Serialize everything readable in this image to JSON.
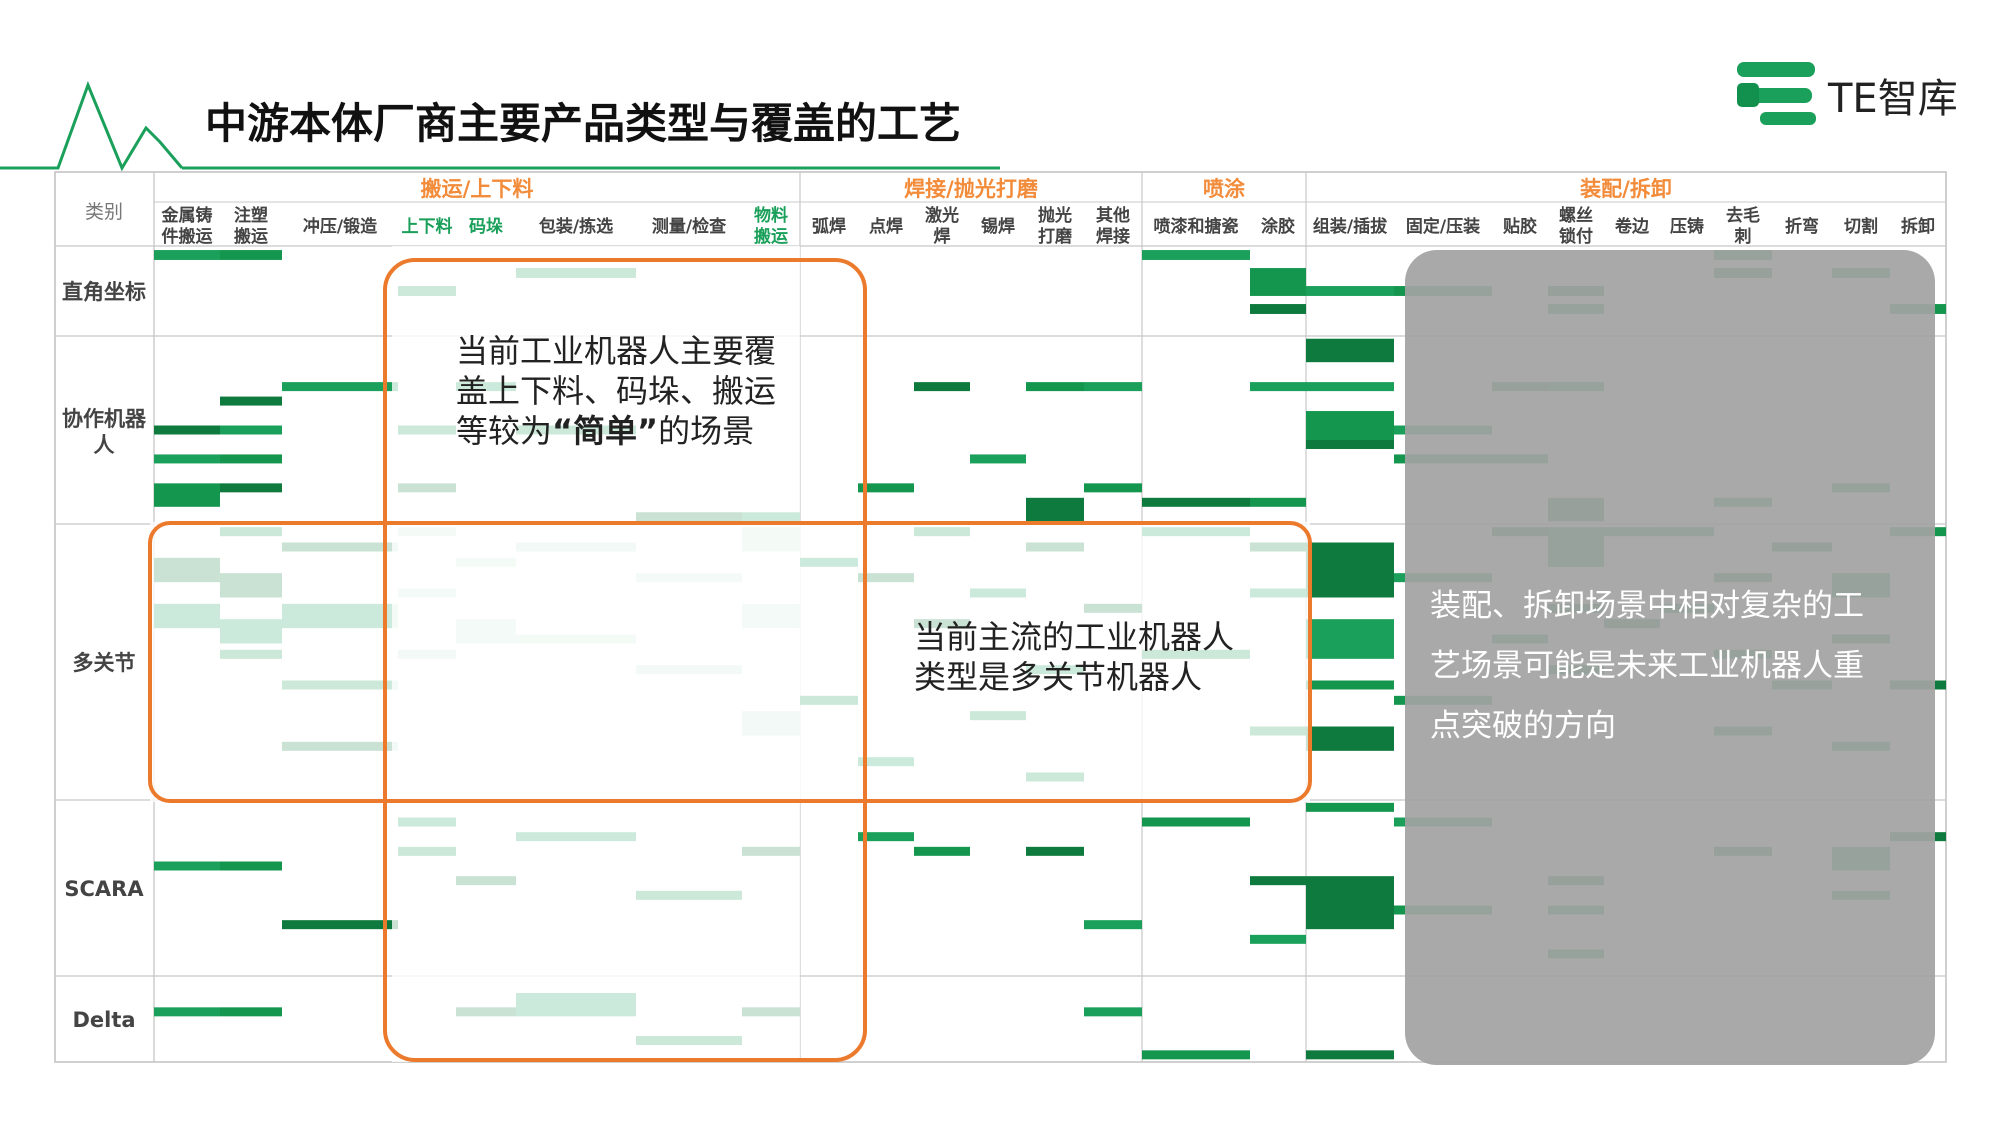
{
  "header": {
    "title": "中游本体厂商主要产品类型与覆盖的工艺",
    "logo_text": "TE智库",
    "accent_color": "#1aa05a"
  },
  "chart_data": {
    "type": "heatmap",
    "corner_label": "类别",
    "groups": [
      {
        "label": "搬运/上下料",
        "color": "#f28c3a"
      },
      {
        "label": "焊接/抛光打磨",
        "color": "#f28c3a"
      },
      {
        "label": "喷涂",
        "color": "#f28c3a"
      },
      {
        "label": "装配/拆卸",
        "color": "#f28c3a"
      }
    ],
    "columns": [
      {
        "label": "金属铸件搬运",
        "lines": [
          "金属铸",
          "件搬运"
        ]
      },
      {
        "label": "注塑搬运",
        "lines": [
          "注塑",
          "搬运"
        ]
      },
      {
        "label": "冲压/锻造",
        "lines": [
          "冲压/锻造"
        ]
      },
      {
        "label": "上下料",
        "lines": [
          "上下料"
        ]
      },
      {
        "label": "码垛",
        "lines": [
          "码垛"
        ]
      },
      {
        "label": "包装/拣选",
        "lines": [
          "包装/拣选"
        ]
      },
      {
        "label": "测量/检查",
        "lines": [
          "测量/检查"
        ]
      },
      {
        "label": "物料搬运",
        "lines": [
          "物料",
          "搬运"
        ]
      },
      {
        "label": "弧焊",
        "lines": [
          "弧焊"
        ]
      },
      {
        "label": "点焊",
        "lines": [
          "点焊"
        ]
      },
      {
        "label": "激光焊",
        "lines": [
          "激光",
          "焊"
        ]
      },
      {
        "label": "锡焊",
        "lines": [
          "锡焊"
        ]
      },
      {
        "label": "抛光打磨",
        "lines": [
          "抛光",
          "打磨"
        ]
      },
      {
        "label": "其他焊接",
        "lines": [
          "其他",
          "焊接"
        ]
      },
      {
        "label": "喷漆和搪瓷",
        "lines": [
          "喷漆和搪瓷"
        ]
      },
      {
        "label": "涂胶",
        "lines": [
          "涂胶"
        ]
      },
      {
        "label": "组装/插拔",
        "lines": [
          "组装/插拔"
        ]
      },
      {
        "label": "固定/压装",
        "lines": [
          "固定/压装"
        ]
      },
      {
        "label": "贴胶",
        "lines": [
          "贴胶"
        ]
      },
      {
        "label": "螺丝锁付",
        "lines": [
          "螺丝",
          "锁付"
        ]
      },
      {
        "label": "卷边",
        "lines": [
          "卷边"
        ]
      },
      {
        "label": "压铸",
        "lines": [
          "压铸"
        ]
      },
      {
        "label": "去毛刺",
        "lines": [
          "去毛",
          "刺"
        ]
      },
      {
        "label": "折弯",
        "lines": [
          "折弯"
        ]
      },
      {
        "label": "切割",
        "lines": [
          "切割"
        ]
      },
      {
        "label": "拆卸",
        "lines": [
          "拆卸"
        ]
      }
    ],
    "rows": [
      {
        "label": "直角坐标",
        "lines": [
          "直角坐标"
        ],
        "segments": 5
      },
      {
        "label": "协作机器人",
        "lines": [
          "协作机器",
          "人"
        ],
        "segments": 13
      },
      {
        "label": "多关节",
        "lines": [
          "多关节"
        ],
        "segments": 18
      },
      {
        "label": "SCARA",
        "lines": [
          "SCARA"
        ],
        "segments": 12
      },
      {
        "label": "Delta",
        "lines": [
          "Delta"
        ],
        "segments": 6
      }
    ],
    "cells": [
      [
        0,
        0,
        0,
        1
      ],
      [
        0,
        1,
        0,
        1
      ],
      [
        0,
        2,
        0,
        0
      ],
      [
        0,
        3,
        0,
        0
      ],
      [
        0,
        3,
        2,
        1
      ],
      [
        0,
        4,
        0,
        0
      ],
      [
        0,
        5,
        0,
        0
      ],
      [
        0,
        5,
        1,
        1
      ],
      [
        0,
        6,
        0,
        0
      ],
      [
        0,
        7,
        0,
        0
      ],
      [
        0,
        9,
        0,
        0
      ],
      [
        0,
        12,
        0,
        0
      ],
      [
        0,
        14,
        0,
        1
      ],
      [
        0,
        15,
        1,
        2
      ],
      [
        0,
        15,
        3,
        1
      ],
      [
        0,
        16,
        2,
        1
      ],
      [
        0,
        17,
        2,
        1
      ],
      [
        0,
        19,
        2,
        1
      ],
      [
        0,
        19,
        3,
        1
      ],
      [
        0,
        22,
        0,
        1
      ],
      [
        0,
        22,
        1,
        1
      ],
      [
        0,
        24,
        1,
        1
      ],
      [
        0,
        25,
        3,
        1
      ],
      [
        1,
        0,
        6,
        1
      ],
      [
        1,
        0,
        8,
        1
      ],
      [
        1,
        0,
        10,
        2
      ],
      [
        1,
        1,
        4,
        1
      ],
      [
        1,
        1,
        6,
        1
      ],
      [
        1,
        1,
        8,
        1
      ],
      [
        1,
        1,
        10,
        1
      ],
      [
        1,
        2,
        3,
        1
      ],
      [
        1,
        3,
        6,
        1
      ],
      [
        1,
        3,
        10,
        1
      ],
      [
        1,
        4,
        3,
        1
      ],
      [
        1,
        5,
        6,
        1
      ],
      [
        1,
        6,
        12,
        1
      ],
      [
        1,
        7,
        12,
        1
      ],
      [
        1,
        9,
        10,
        1
      ],
      [
        1,
        10,
        3,
        1
      ],
      [
        1,
        11,
        8,
        1
      ],
      [
        1,
        12,
        3,
        1
      ],
      [
        1,
        12,
        11,
        2
      ],
      [
        1,
        13,
        3,
        1
      ],
      [
        1,
        13,
        10,
        1
      ],
      [
        1,
        14,
        11,
        1
      ],
      [
        1,
        15,
        3,
        1
      ],
      [
        1,
        15,
        11,
        1
      ],
      [
        1,
        16,
        0,
        2
      ],
      [
        1,
        16,
        3,
        1
      ],
      [
        1,
        16,
        5,
        3
      ],
      [
        1,
        16,
        7,
        1
      ],
      [
        1,
        17,
        6,
        1
      ],
      [
        1,
        17,
        8,
        1
      ],
      [
        1,
        18,
        3,
        1
      ],
      [
        1,
        18,
        8,
        1
      ],
      [
        1,
        19,
        3,
        1
      ],
      [
        1,
        19,
        11,
        2
      ],
      [
        1,
        22,
        11,
        1
      ],
      [
        1,
        24,
        10,
        1
      ],
      [
        2,
        0,
        2,
        2
      ],
      [
        2,
        0,
        5,
        2
      ],
      [
        2,
        1,
        0,
        1
      ],
      [
        2,
        1,
        3,
        2
      ],
      [
        2,
        1,
        6,
        2
      ],
      [
        2,
        1,
        8,
        1
      ],
      [
        2,
        2,
        1,
        1
      ],
      [
        2,
        2,
        5,
        2
      ],
      [
        2,
        2,
        10,
        1
      ],
      [
        2,
        2,
        14,
        1
      ],
      [
        2,
        3,
        0,
        1
      ],
      [
        2,
        3,
        4,
        1
      ],
      [
        2,
        3,
        8,
        1
      ],
      [
        2,
        4,
        2,
        1
      ],
      [
        2,
        4,
        6,
        2
      ],
      [
        2,
        5,
        1,
        1
      ],
      [
        2,
        5,
        7,
        1
      ],
      [
        2,
        6,
        3,
        1
      ],
      [
        2,
        6,
        9,
        1
      ],
      [
        2,
        7,
        0,
        2
      ],
      [
        2,
        7,
        5,
        2
      ],
      [
        2,
        7,
        12,
        2
      ],
      [
        2,
        8,
        2,
        1
      ],
      [
        2,
        8,
        11,
        1
      ],
      [
        2,
        9,
        3,
        1
      ],
      [
        2,
        9,
        15,
        1
      ],
      [
        2,
        10,
        0,
        1
      ],
      [
        2,
        10,
        6,
        1
      ],
      [
        2,
        11,
        4,
        1
      ],
      [
        2,
        11,
        12,
        1
      ],
      [
        2,
        12,
        1,
        1
      ],
      [
        2,
        12,
        9,
        1
      ],
      [
        2,
        12,
        16,
        1
      ],
      [
        2,
        13,
        5,
        1
      ],
      [
        2,
        14,
        0,
        1
      ],
      [
        2,
        14,
        8,
        1
      ],
      [
        2,
        15,
        1,
        1
      ],
      [
        2,
        15,
        4,
        1
      ],
      [
        2,
        15,
        13,
        1
      ],
      [
        2,
        16,
        1,
        4
      ],
      [
        2,
        16,
        6,
        3
      ],
      [
        2,
        16,
        10,
        1
      ],
      [
        2,
        16,
        13,
        2
      ],
      [
        2,
        17,
        3,
        1
      ],
      [
        2,
        17,
        11,
        1
      ],
      [
        2,
        18,
        0,
        1
      ],
      [
        2,
        18,
        7,
        1
      ],
      [
        2,
        19,
        0,
        3
      ],
      [
        2,
        19,
        5,
        1
      ],
      [
        2,
        19,
        9,
        1
      ],
      [
        2,
        20,
        0,
        1
      ],
      [
        2,
        20,
        6,
        1
      ],
      [
        2,
        21,
        0,
        1
      ],
      [
        2,
        21,
        5,
        1
      ],
      [
        2,
        22,
        3,
        1
      ],
      [
        2,
        22,
        8,
        1
      ],
      [
        2,
        22,
        13,
        1
      ],
      [
        2,
        23,
        1,
        1
      ],
      [
        2,
        23,
        10,
        1
      ],
      [
        2,
        24,
        3,
        2
      ],
      [
        2,
        24,
        7,
        1
      ],
      [
        2,
        24,
        14,
        1
      ],
      [
        2,
        25,
        0,
        1
      ],
      [
        2,
        25,
        10,
        1
      ],
      [
        3,
        0,
        4,
        1
      ],
      [
        3,
        1,
        4,
        1
      ],
      [
        3,
        2,
        8,
        1
      ],
      [
        3,
        3,
        1,
        1
      ],
      [
        3,
        3,
        3,
        1
      ],
      [
        3,
        4,
        5,
        1
      ],
      [
        3,
        5,
        2,
        1
      ],
      [
        3,
        6,
        6,
        1
      ],
      [
        3,
        7,
        3,
        1
      ],
      [
        3,
        9,
        2,
        1
      ],
      [
        3,
        10,
        3,
        1
      ],
      [
        3,
        12,
        3,
        1
      ],
      [
        3,
        13,
        8,
        1
      ],
      [
        3,
        14,
        1,
        1
      ],
      [
        3,
        15,
        5,
        1
      ],
      [
        3,
        15,
        9,
        1
      ],
      [
        3,
        16,
        0,
        1
      ],
      [
        3,
        16,
        5,
        4
      ],
      [
        3,
        17,
        1,
        1
      ],
      [
        3,
        17,
        7,
        1
      ],
      [
        3,
        19,
        5,
        1
      ],
      [
        3,
        19,
        7,
        1
      ],
      [
        3,
        19,
        10,
        1
      ],
      [
        3,
        22,
        3,
        1
      ],
      [
        3,
        24,
        3,
        2
      ],
      [
        3,
        24,
        6,
        1
      ],
      [
        3,
        25,
        2,
        1
      ],
      [
        4,
        0,
        2,
        1
      ],
      [
        4,
        1,
        2,
        1
      ],
      [
        4,
        4,
        2,
        1
      ],
      [
        4,
        5,
        1,
        2
      ],
      [
        4,
        6,
        4,
        1
      ],
      [
        4,
        7,
        2,
        1
      ],
      [
        4,
        13,
        2,
        1
      ],
      [
        4,
        14,
        5,
        1
      ],
      [
        4,
        16,
        5,
        1
      ]
    ]
  },
  "annotations": [
    {
      "id": "simple",
      "parts": [
        "当前工业机器人主要覆",
        "盖上下料、码垛、搬运",
        "等较为",
        "“简单”",
        "的场景"
      ]
    },
    {
      "id": "multi",
      "lines": [
        "当前主流的工业机器人",
        "类型是多关节机器人"
      ]
    },
    {
      "id": "complex",
      "lines": [
        "装配、拆卸场景中相对复杂的工",
        "艺场景可能是未来工业机器人重",
        "点突破的方向"
      ]
    }
  ]
}
